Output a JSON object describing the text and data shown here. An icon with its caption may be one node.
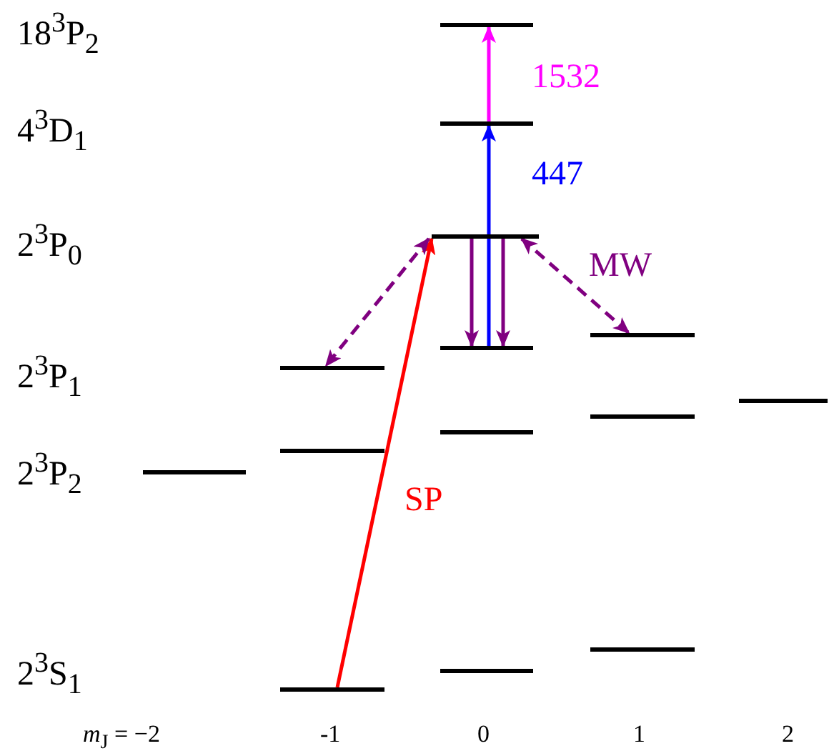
{
  "diagram": {
    "nodes": [
      {
        "text": [],
        "shape": "bar"
      },
      {
        "text": [],
        "shape": "bar"
      },
      {
        "text": [],
        "shape": "bar"
      },
      {
        "text": [],
        "shape": "bar"
      },
      {
        "text": [],
        "shape": "bar"
      },
      {
        "text": [],
        "shape": "bar"
      },
      {
        "text": [],
        "shape": "bar"
      },
      {
        "text": [],
        "shape": "bar"
      },
      {
        "text": [],
        "shape": "bar"
      },
      {
        "text": [],
        "shape": "bar"
      },
      {
        "text": [],
        "shape": "bar"
      },
      {
        "text": [],
        "shape": "bar"
      },
      {
        "text": [],
        "shape": "bar"
      },
      {
        "text": [],
        "shape": "bar"
      }
    ],
    "edges": [
      {
        "from": 13,
        "to": 2,
        "arrow": "to",
        "label": "SP",
        "color": "#ff0000"
      },
      {
        "from": 4,
        "to": 1,
        "arrow": "to",
        "label": "447",
        "color": "#0000ff"
      },
      {
        "from": 1,
        "to": 0,
        "arrow": "to",
        "label": "1532",
        "color": "#ff00ff"
      },
      {
        "from": 2,
        "to": 4,
        "arrow": "to"
      },
      {
        "from": 2,
        "to": 4,
        "arrow": "to"
      },
      {
        "from": 2,
        "to": 5,
        "arrow": "both",
        "style": "dashed"
      },
      {
        "from": 2,
        "to": 3,
        "arrow": "both",
        "style": "dashed",
        "label": "MW"
      }
    ],
    "labels": [
      "18$^{3}$P$_{2}$",
      "4$^{3}$D$_{1}$",
      "2$^{3}$P$_{0}$",
      "2$^{3}$P$_{1}$",
      "2$^{3}$P$_{2}$",
      "2$^{3}$S$_{1}$",
      "*m*$_{J}$ = −2",
      "-1",
      "0",
      "1",
      "2"
    ]
  }
}
